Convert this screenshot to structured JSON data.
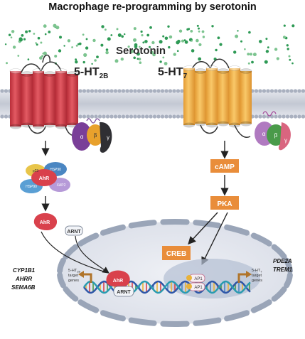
{
  "title": "Macrophage re-programming by serotonin",
  "ligand": "Serotonin",
  "receptor_left": {
    "name": "5-HT",
    "subscript": "2B"
  },
  "receptor_right": {
    "name": "5-HT",
    "subscript": "7"
  },
  "g_protein": {
    "alpha": "α",
    "beta": "β",
    "gamma": "γ"
  },
  "complex": {
    "center": "AhR",
    "p1": "p23",
    "p2": "HSP90",
    "p3": "HSP90",
    "p4": "XAP2"
  },
  "ahr_label": "AhR",
  "arnt_label": "ARNT",
  "cascade": {
    "camp": "cAMP",
    "pka": "PKA",
    "creb": "CREB"
  },
  "ap1_label": "AP1",
  "target_left": {
    "line1": "5-HT",
    "sub": "2B",
    "line2": "target",
    "line3": "genes"
  },
  "target_right": {
    "line1": "5-HT",
    "sub": "7",
    "line2": "target",
    "line3": "genes"
  },
  "genes_left": [
    "CYP1B1",
    "AHRR",
    "SEMA6B"
  ],
  "genes_right": [
    "PDE2A",
    "TREM1"
  ],
  "colors": {
    "receptor_red": "#d9414c",
    "receptor_orange": "#f4b24a",
    "membrane": "#c9cdd8",
    "nucleus_fill": "#e4e7ee",
    "nucleus_border": "#9aa5b8",
    "cascade_orange": "#e98d3a",
    "dna_blue": "#2f57a8",
    "dna_teal": "#2a9bb0",
    "serotonin_green": "#2e9a55"
  }
}
